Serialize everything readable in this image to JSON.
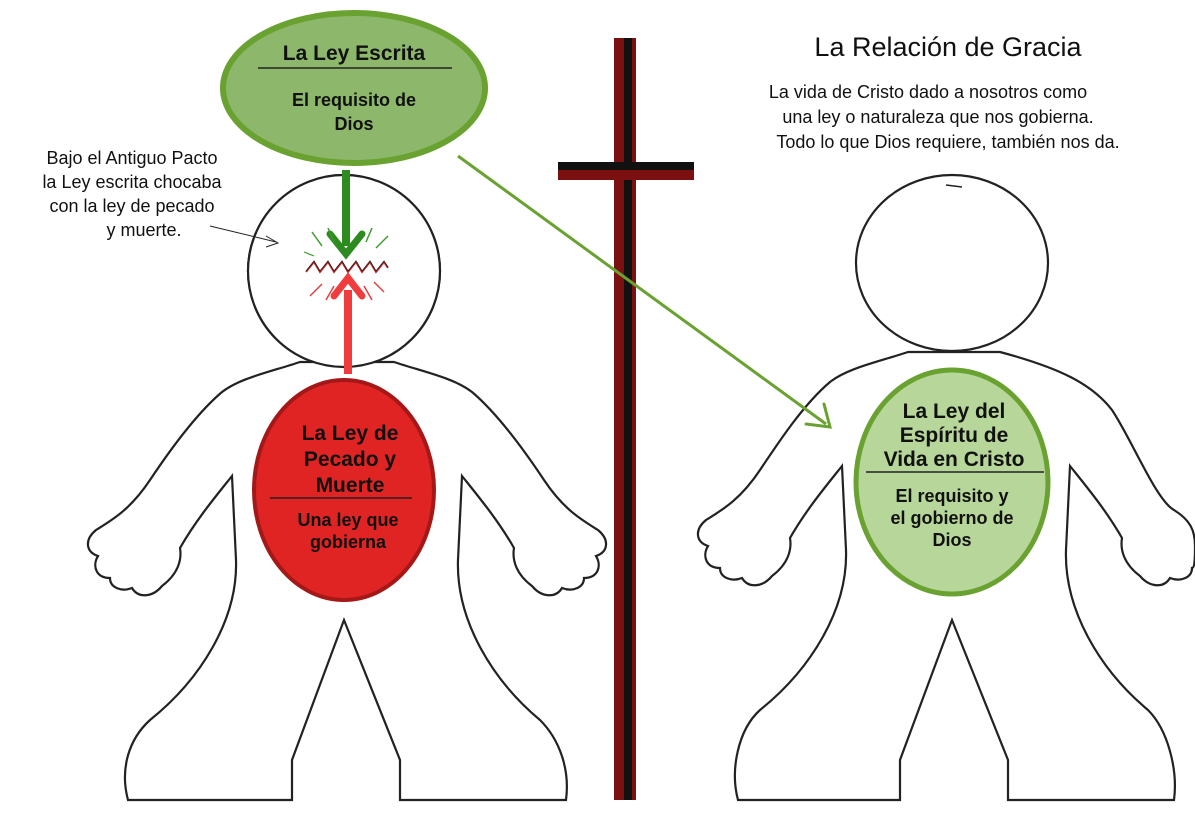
{
  "left_panel": {
    "written_law": {
      "title": "La Ley Escrita",
      "subtitle_line1": "El requisito de",
      "subtitle_line2": "Dios",
      "fill_color": "#8db86b",
      "stroke_color": "#6aa232"
    },
    "annotation": {
      "line1": "Bajo el Antiguo Pacto",
      "line2": "la Ley escrita chocaba",
      "line3": "con la ley de pecado",
      "line4": "y muerte."
    },
    "sin_law": {
      "title_line1": "La Ley de",
      "title_line2": "Pecado y",
      "title_line3": "Muerte",
      "subtitle_line1": "Una ley que",
      "subtitle_line2": "gobierna",
      "fill_color": "#e02424",
      "stroke_color": "#a41818"
    },
    "down_arrow_color": "#2e8b1f",
    "up_arrow_color": "#f03c3c"
  },
  "right_panel": {
    "heading": "La Relación de Gracia",
    "description_line1": "La vida de Cristo dado a nosotros como",
    "description_line2": "una ley o naturaleza que nos gobierna.",
    "description_line3": "Todo lo que Dios requiere, también nos da.",
    "spirit_law": {
      "title_line1": "La Ley del",
      "title_line2": "Espíritu de",
      "title_line3": "Vida en Cristo",
      "subtitle_line1": "El requisito y",
      "subtitle_line2": "el gobierno de",
      "subtitle_line3": "Dios",
      "fill_color": "#b7d69a",
      "stroke_color": "#6aa232"
    },
    "diagonal_arrow_color": "#6aa232"
  },
  "cross": {
    "black_color": "#111111",
    "red_color": "#7a1010"
  }
}
